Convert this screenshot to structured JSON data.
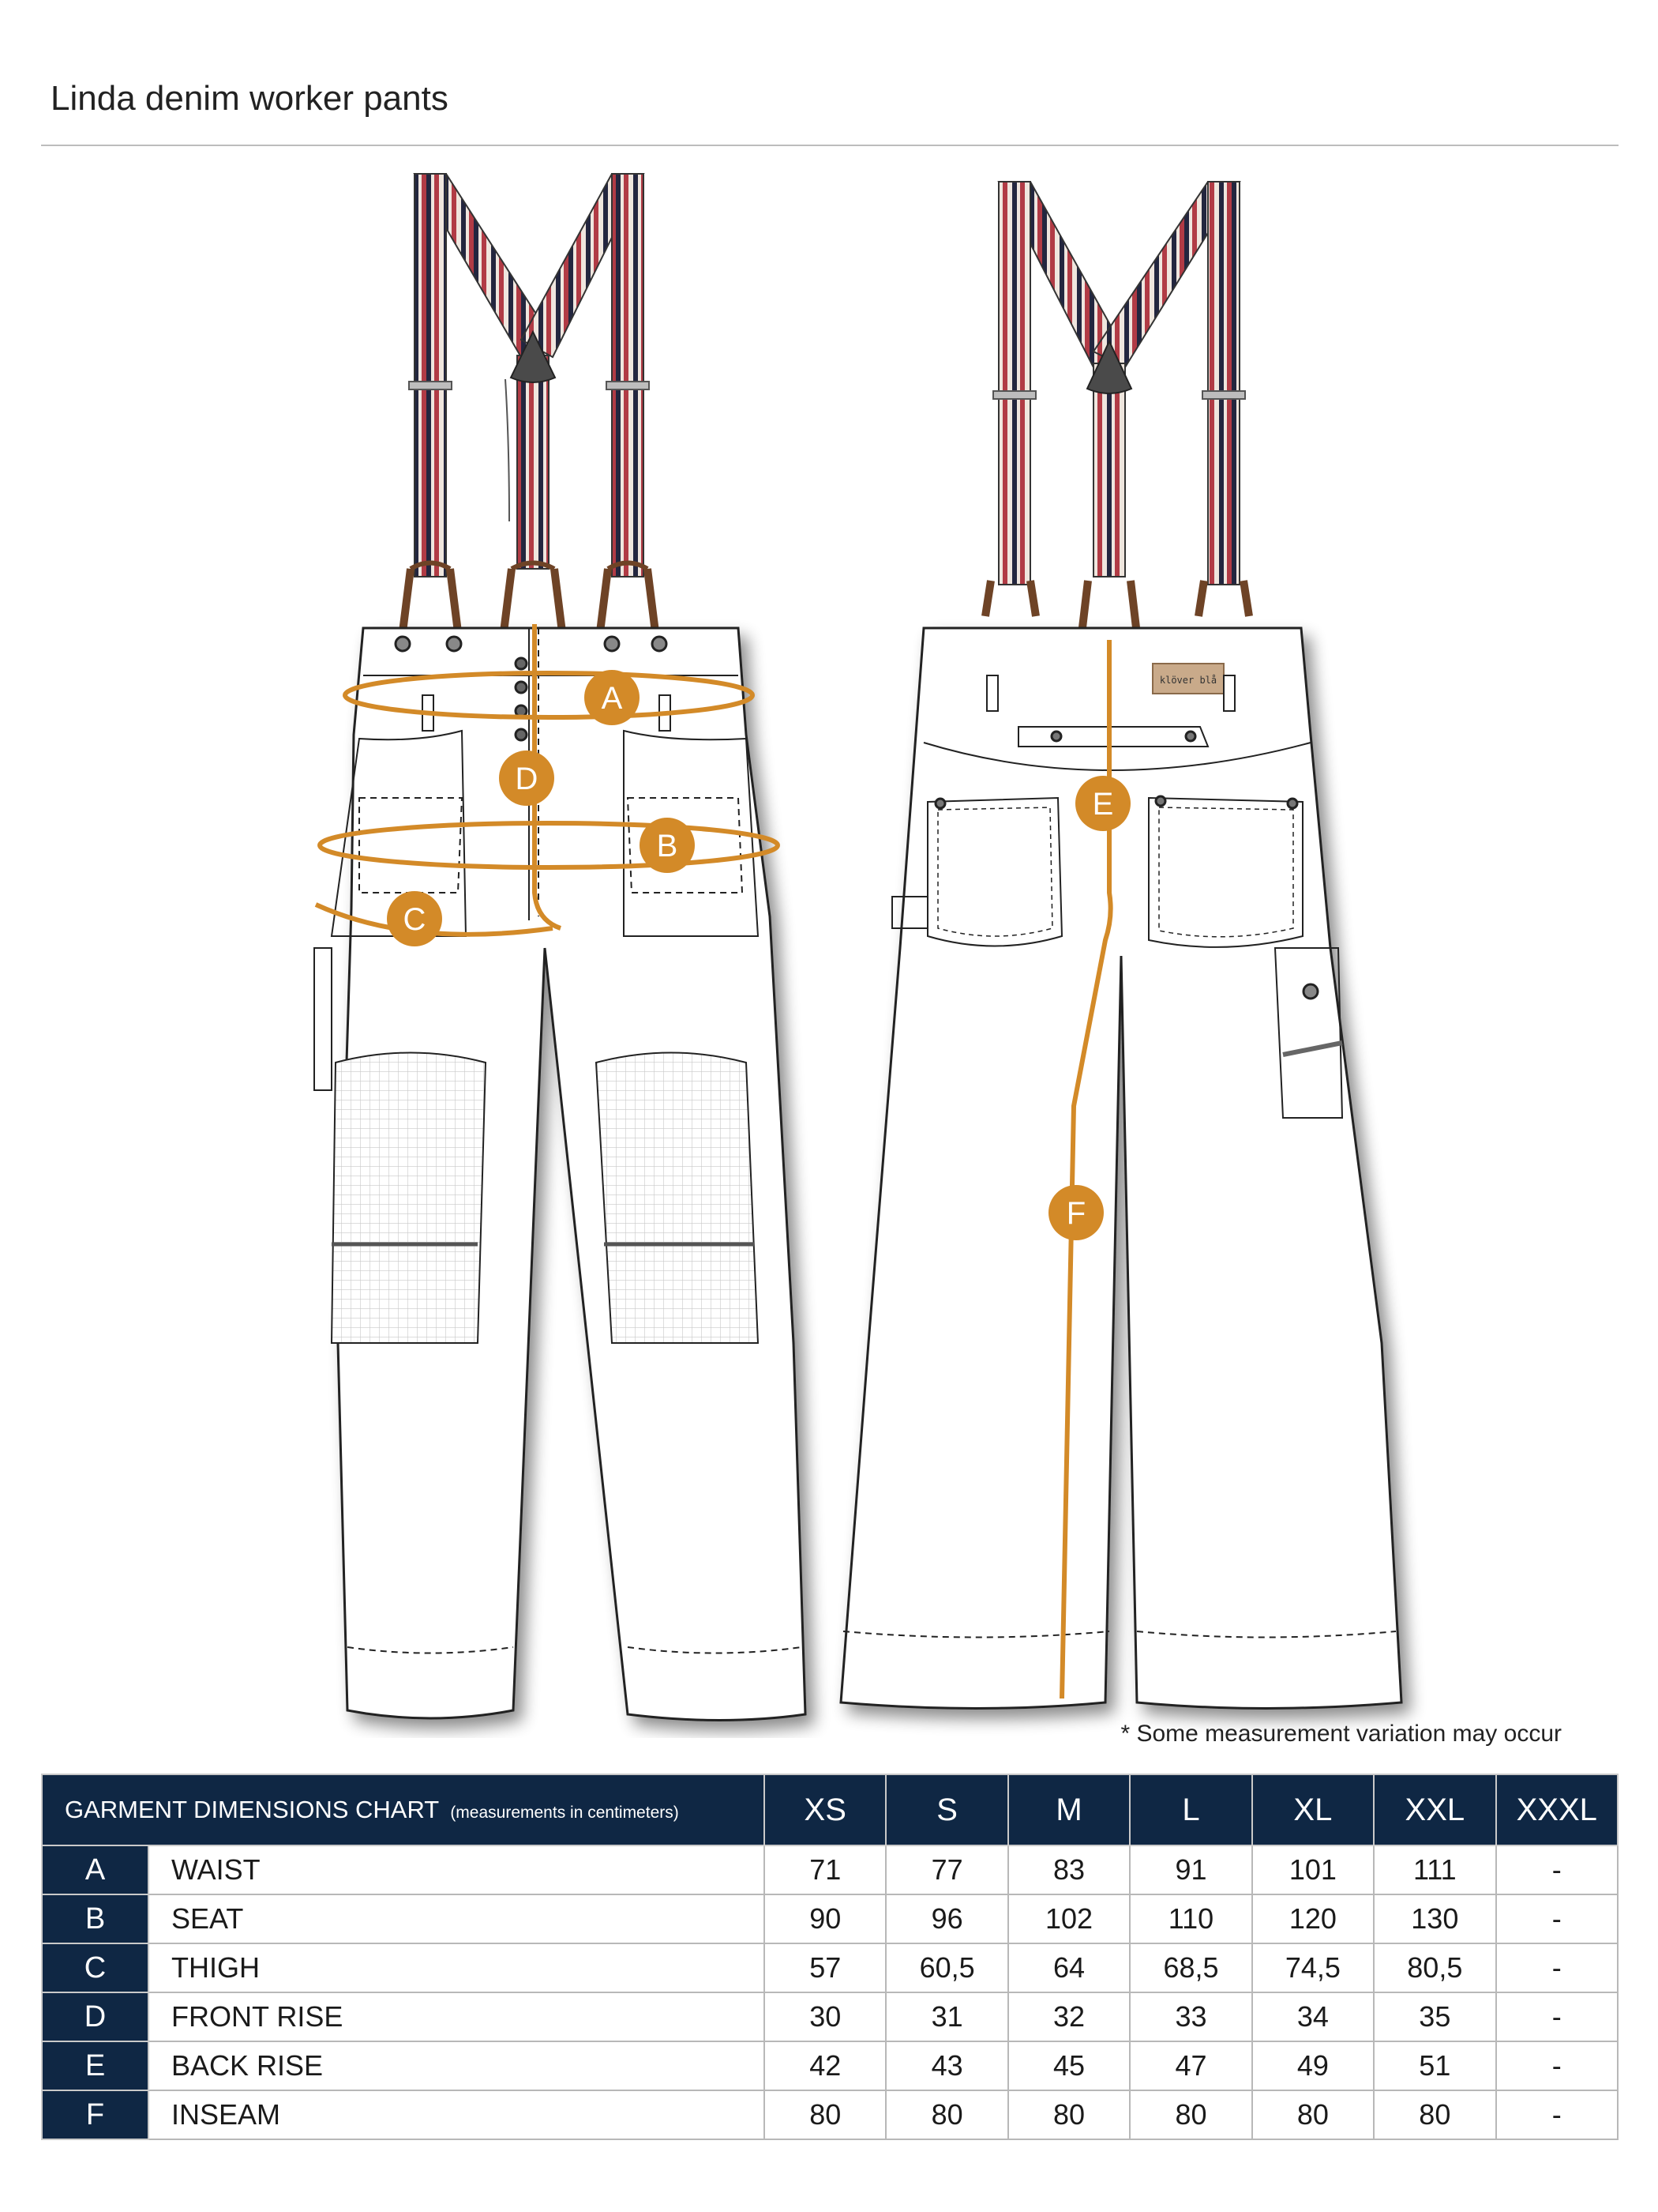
{
  "title": "Linda denim worker pants",
  "brand_label": "klöver blå",
  "note": "* Some measurement variation may occur",
  "marker_color": "#d38a28",
  "header_color": "#0f2744",
  "markers": [
    "A",
    "B",
    "C",
    "D",
    "E",
    "F"
  ],
  "chart": {
    "title": "GARMENT DIMENSIONS CHART",
    "subtitle": "(measurements in centimeters)",
    "sizes": [
      "XS",
      "S",
      "M",
      "L",
      "XL",
      "XXL",
      "XXXL"
    ],
    "rows": [
      {
        "letter": "A",
        "name": "WAIST",
        "values": [
          "71",
          "77",
          "83",
          "91",
          "101",
          "111",
          "-"
        ]
      },
      {
        "letter": "B",
        "name": "SEAT",
        "values": [
          "90",
          "96",
          "102",
          "110",
          "120",
          "130",
          "-"
        ]
      },
      {
        "letter": "C",
        "name": "THIGH",
        "values": [
          "57",
          "60,5",
          "64",
          "68,5",
          "74,5",
          "80,5",
          "-"
        ]
      },
      {
        "letter": "D",
        "name": "FRONT RISE",
        "values": [
          "30",
          "31",
          "32",
          "33",
          "34",
          "35",
          "-"
        ]
      },
      {
        "letter": "E",
        "name": "BACK RISE",
        "values": [
          "42",
          "43",
          "45",
          "47",
          "49",
          "51",
          "-"
        ]
      },
      {
        "letter": "F",
        "name": "INSEAM",
        "values": [
          "80",
          "80",
          "80",
          "80",
          "80",
          "80",
          "-"
        ]
      }
    ]
  }
}
